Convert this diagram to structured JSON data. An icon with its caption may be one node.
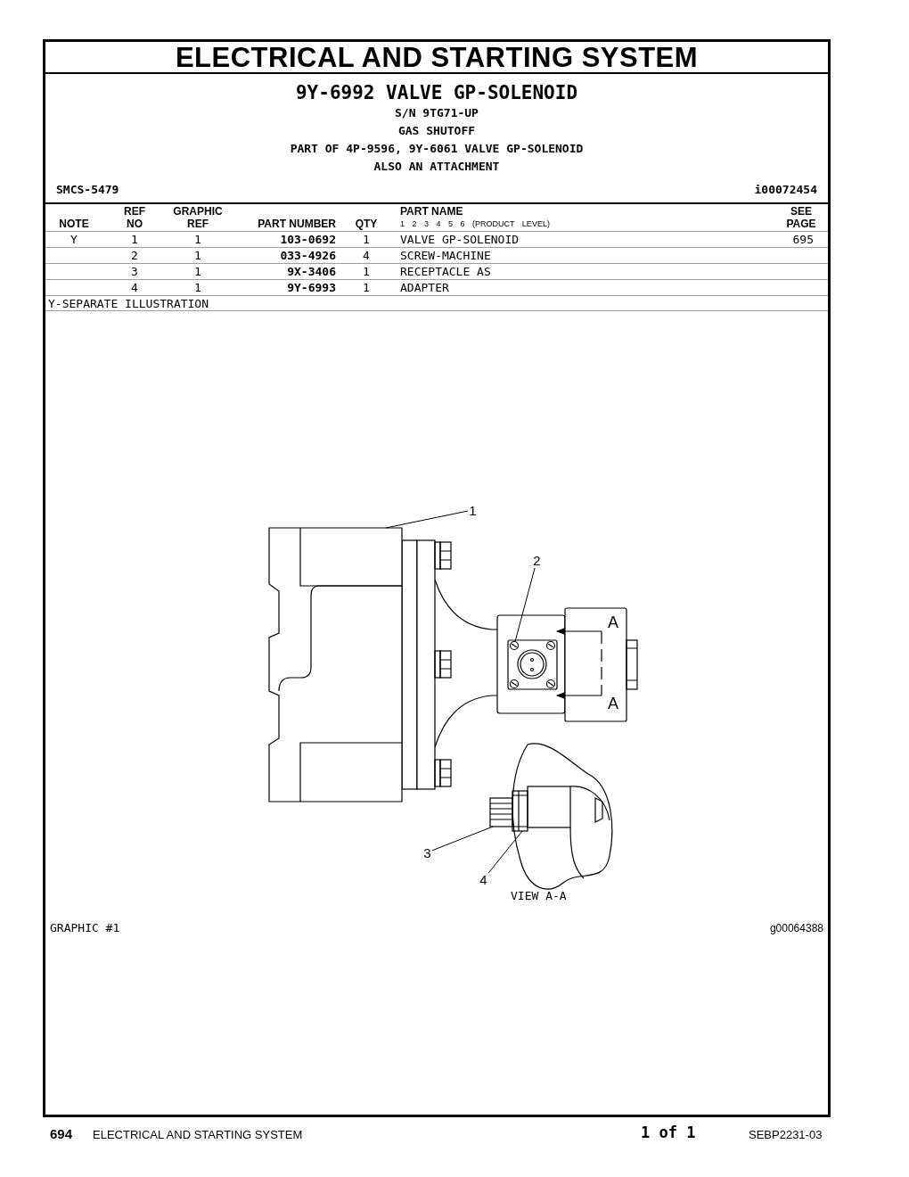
{
  "diagram": {
    "title": "ELECTRICAL AND STARTING SYSTEM",
    "nodes": [
      {
        "text": [
          "1"
        ]
      },
      {
        "text": [
          "2"
        ]
      },
      {
        "text": [
          "3"
        ]
      },
      {
        "text": [
          "4"
        ]
      },
      {
        "text": [],
        "shape": "picture"
      },
      {
        "text": [],
        "shape": "picture"
      },
      {
        "text": [],
        "shape": "picture"
      },
      {
        "text": [],
        "shape": "box"
      }
    ],
    "edges": [
      {
        "from": 0,
        "to": 4,
        "arrow": "none"
      },
      {
        "from": 1,
        "to": 5,
        "arrow": "none"
      },
      {
        "from": 2,
        "to": 6,
        "arrow": "none"
      },
      {
        "from": 3,
        "to": 7,
        "arrow": "none"
      }
    ],
    "labels": [
      "9Y-6992 VALVE GP-SOLENOID",
      "S/N 9TG71-UP",
      "GAS SHUTOFF",
      "PART OF 4P-9596, 9Y-6061 VALVE GP-SOLENOID",
      "ALSO AN ATTACHMENT",
      "SMCS-5479",
      "i00072454",
      "NOTE",
      "REF NO",
      "GRAPHIC REF",
      "PART NUMBER",
      "QTY",
      "PART NAME",
      "1 2 3 4 5 6 (PRODUCT LEVEL)",
      "SEE PAGE",
      "Y",
      "1",
      "1",
      "103-0692",
      "1",
      "VALVE GP-SOLENOID",
      "695",
      "2",
      "1",
      "033-4926",
      "4",
      "SCREW-MACHINE",
      "3",
      "1",
      "9X-3406",
      "1",
      "RECEPTACLE AS",
      "4",
      "1",
      "9Y-6993",
      "1",
      "ADAPTER",
      "Y-SEPARATE ILLUSTRATION",
      "A",
      "A",
      "VIEW A-A",
      "GRAPHIC #1",
      "g00064388",
      "694",
      "ELECTRICAL AND STARTING SYSTEM",
      "1 of 1",
      "SEBP2231-03"
    ]
  }
}
